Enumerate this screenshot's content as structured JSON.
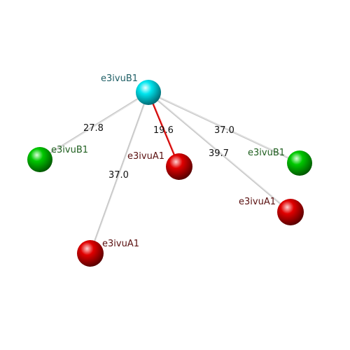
{
  "colors": {
    "background": "#ffffff",
    "bond_gray": "#c8c8c8",
    "bond_red": "#cc0000",
    "cyan_atom": "#00e5ee",
    "green_atom": "#00c800",
    "red_atom": "#e00000",
    "label_cyan": "#1f5f66",
    "label_green": "#1f5f1f",
    "label_red": "#5a1010"
  },
  "atoms": [
    {
      "id": "center",
      "label": "e3ivuB1",
      "color": "cyan"
    },
    {
      "id": "green-left",
      "label": "e3ivuB1",
      "color": "green"
    },
    {
      "id": "green-right",
      "label": "e3ivuB1",
      "color": "green"
    },
    {
      "id": "red-mid",
      "label": "e3ivuA1",
      "color": "red"
    },
    {
      "id": "red-right",
      "label": "e3ivuA1",
      "color": "red"
    },
    {
      "id": "red-bottom",
      "label": "e3ivuA1",
      "color": "red"
    }
  ],
  "bonds": [
    {
      "to": "green-left",
      "distance": "27.8",
      "color": "gray"
    },
    {
      "to": "red-mid",
      "distance": "19.6",
      "color": "red"
    },
    {
      "to": "green-right",
      "distance": "37.0",
      "color": "gray"
    },
    {
      "to": "red-right",
      "distance": "39.7",
      "color": "gray"
    },
    {
      "to": "red-bottom",
      "distance": "37.0",
      "color": "gray"
    }
  ]
}
